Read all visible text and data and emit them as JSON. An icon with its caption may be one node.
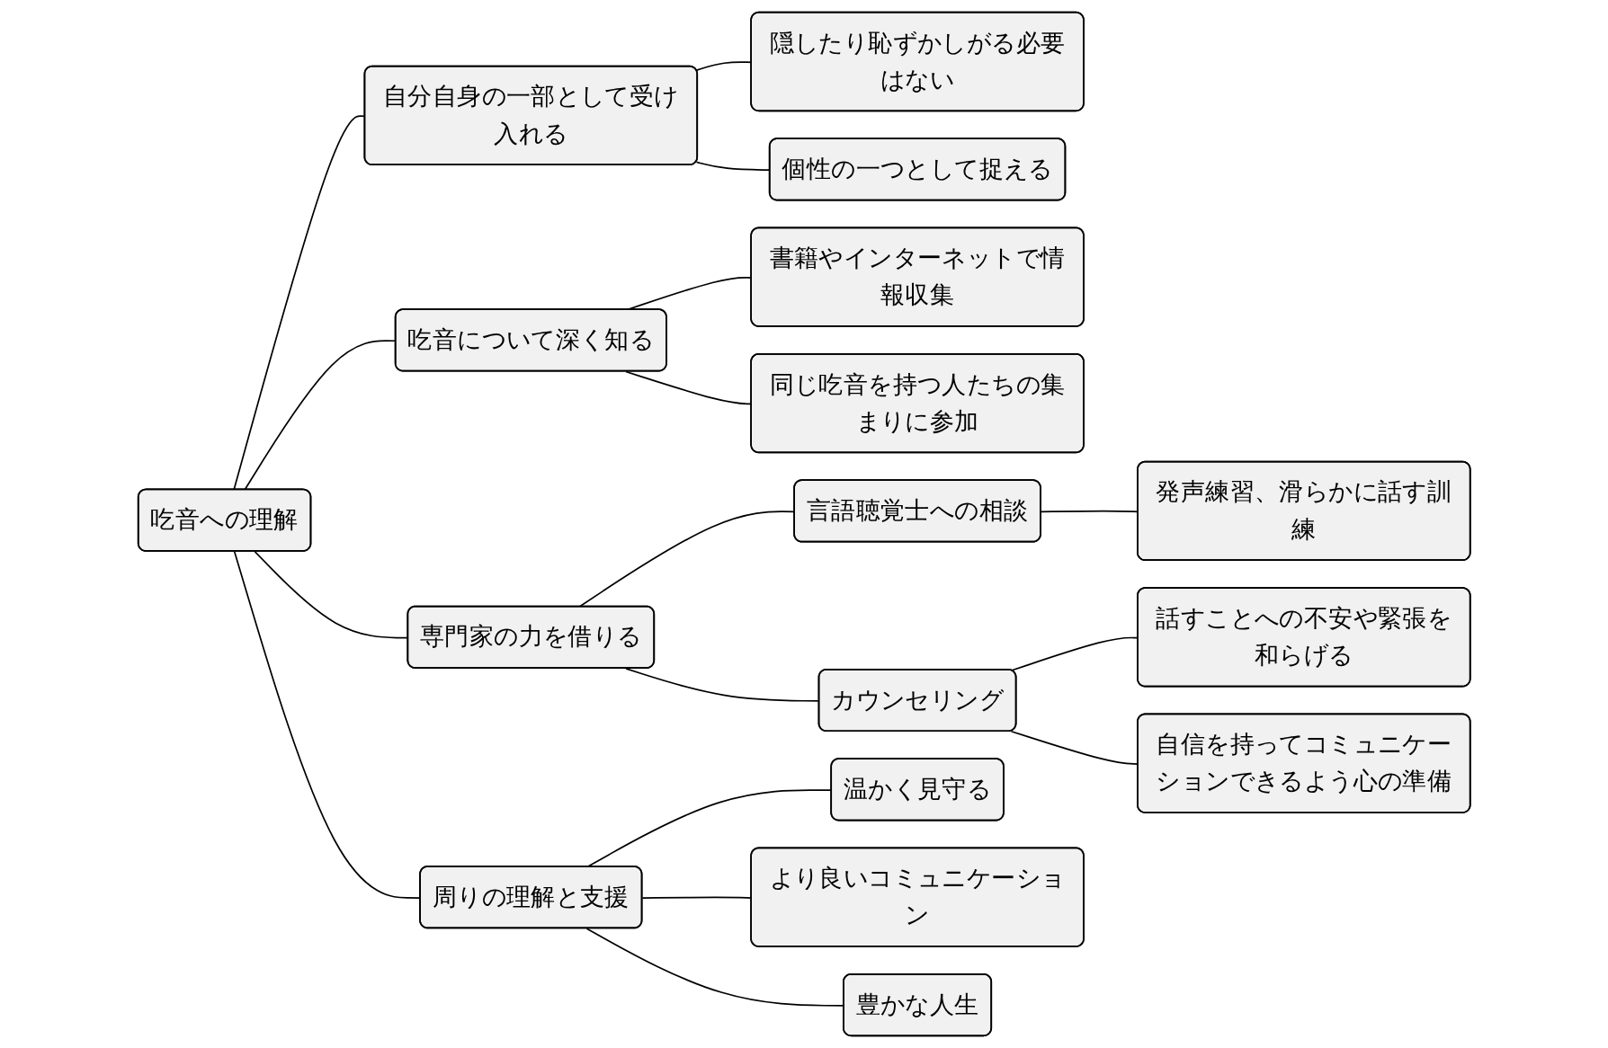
{
  "diagram": {
    "nodes": [
      {
        "text": [
          "吃音への理解"
        ]
      },
      {
        "text": [
          "自分自身の一部として受け入れる"
        ]
      },
      {
        "text": [
          "隠したり恥ずかしがる必要はない"
        ]
      },
      {
        "text": [
          "個性の一つとして捉える"
        ]
      },
      {
        "text": [
          "吃音について深く知る"
        ]
      },
      {
        "text": [
          "書籍やインターネットで情報収集"
        ]
      },
      {
        "text": [
          "同じ吃音を持つ人たちの集まりに参加"
        ]
      },
      {
        "text": [
          "専門家の力を借りる"
        ]
      },
      {
        "text": [
          "言語聴覚士への相談"
        ]
      },
      {
        "text": [
          "発声練習、滑らかに話す訓練"
        ]
      },
      {
        "text": [
          "カウンセリング"
        ]
      },
      {
        "text": [
          "話すことへの不安や緊張を和らげる"
        ]
      },
      {
        "text": [
          "自信を持ってコミュニケーションできるよう心の準備"
        ]
      },
      {
        "text": [
          "周りの理解と支援"
        ]
      },
      {
        "text": [
          "温かく見守る"
        ]
      },
      {
        "text": [
          "より良いコミュニケーション"
        ]
      },
      {
        "text": [
          "豊かな人生"
        ]
      }
    ],
    "edges": [
      {
        "from": 0,
        "to": 1,
        "arrow": "none"
      },
      {
        "from": 1,
        "to": 2,
        "arrow": "none"
      },
      {
        "from": 1,
        "to": 3,
        "arrow": "none"
      },
      {
        "from": 0,
        "to": 4,
        "arrow": "none"
      },
      {
        "from": 4,
        "to": 5,
        "arrow": "none"
      },
      {
        "from": 4,
        "to": 6,
        "arrow": "none"
      },
      {
        "from": 0,
        "to": 7,
        "arrow": "none"
      },
      {
        "from": 7,
        "to": 8,
        "arrow": "none"
      },
      {
        "from": 8,
        "to": 9,
        "arrow": "none"
      },
      {
        "from": 7,
        "to": 10,
        "arrow": "none"
      },
      {
        "from": 10,
        "to": 11,
        "arrow": "none"
      },
      {
        "from": 10,
        "to": 12,
        "arrow": "none"
      },
      {
        "from": 0,
        "to": 13,
        "arrow": "none"
      },
      {
        "from": 13,
        "to": 14,
        "arrow": "none"
      },
      {
        "from": 13,
        "to": 15,
        "arrow": "none"
      },
      {
        "from": 13,
        "to": 16,
        "arrow": "none"
      }
    ]
  }
}
